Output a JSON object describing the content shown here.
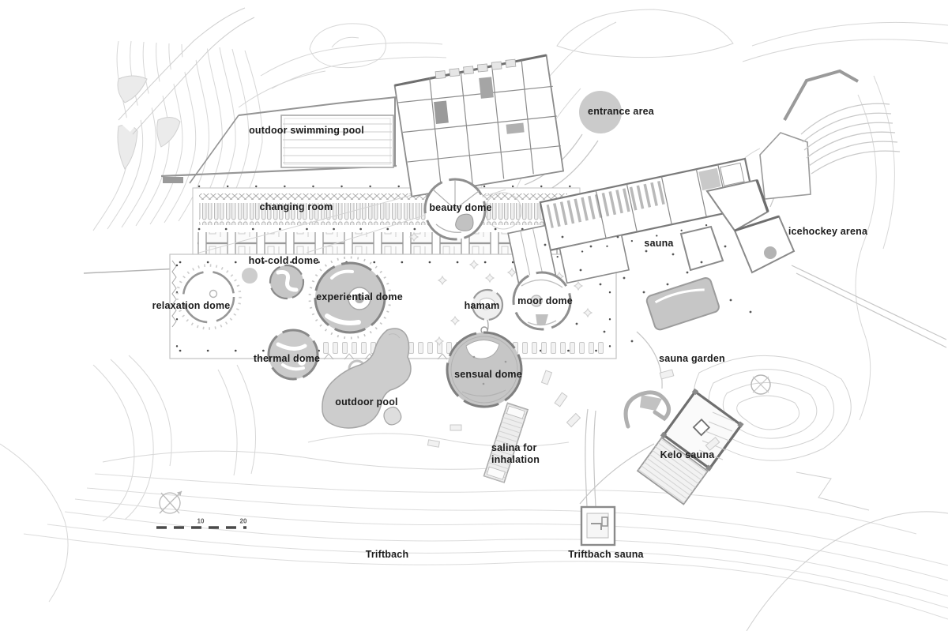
{
  "page": {
    "type": "architectural site plan",
    "background": "#ffffff"
  },
  "colors": {
    "label_ink": "#1b1b1b",
    "line_light": "#d7d7d7",
    "line_mid": "#a9a9a9",
    "line_dark": "#777777",
    "fill_gray": "#c7c7c7",
    "fill_soft": "#e9e9e9",
    "scale_ink": "#4a4a4a"
  },
  "labels": {
    "outdoor_swimming_pool": "outdoor swimming pool",
    "entrance_area": "entrance area",
    "changing_room": "changing room",
    "beauty_dome": "beauty dome",
    "sauna": "sauna",
    "icehockey_arena": "icehockey arena",
    "hot_cold_dome": "hot-cold dome",
    "relaxation_dome": "relaxation dome",
    "experiential_dome": "experiential dome",
    "hamam": "hamam",
    "moor_dome": "moor dome",
    "thermal_dome": "thermal dome",
    "sensual_dome": "sensual dome",
    "outdoor_pool": "outdoor pool",
    "sauna_garden": "sauna garden",
    "salina_line1": "salina for",
    "salina_line2": "inhalation",
    "kelo_sauna": "Kelo sauna",
    "triftbach": "Triftbach",
    "triftbach_sauna": "Triftbach sauna"
  },
  "scale_bar": {
    "tick_10": "10",
    "tick_20": "20"
  },
  "icons": {
    "compass": "north-compass-icon",
    "scale_bar": "scale-bar"
  }
}
